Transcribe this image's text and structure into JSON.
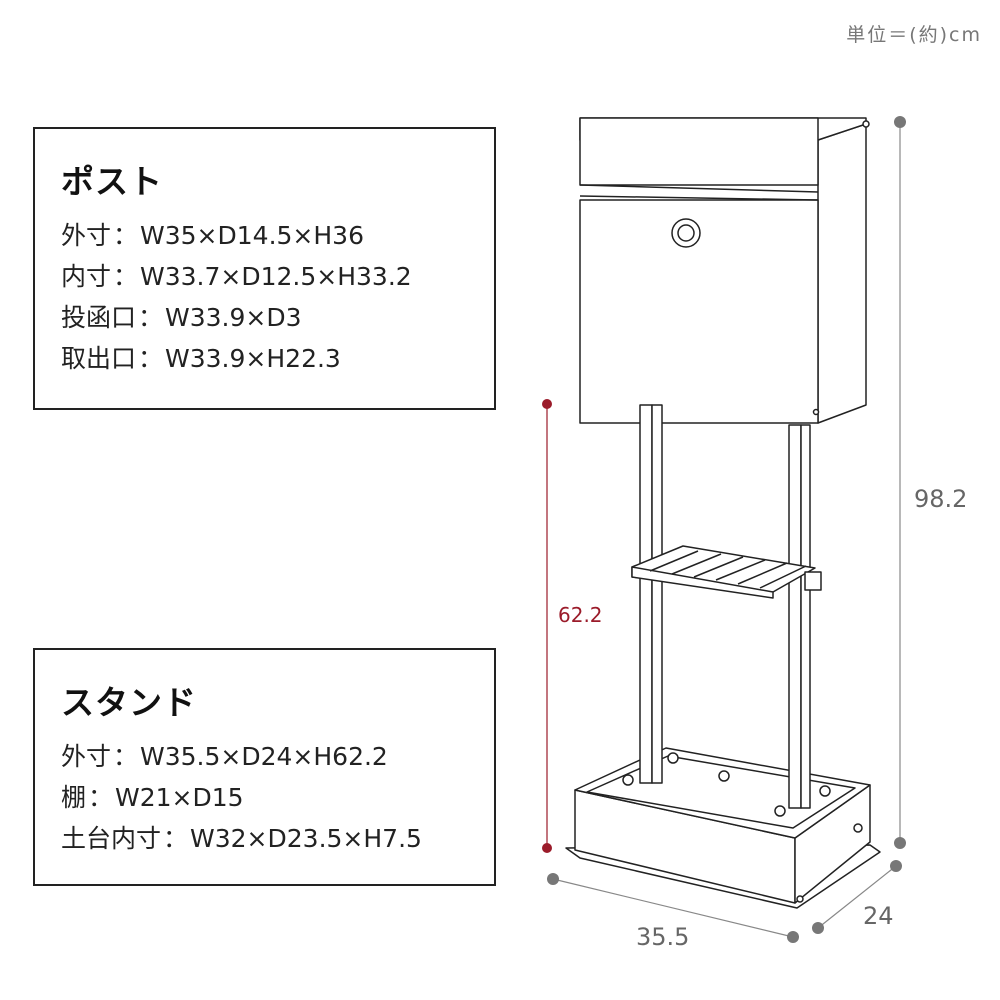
{
  "unit_note": "単位＝(約)cm",
  "post": {
    "title": "ポスト",
    "specs": [
      {
        "label": "外寸",
        "value": "W35×D14.5×H36"
      },
      {
        "label": "内寸",
        "value": "W33.7×D12.5×H33.2"
      },
      {
        "label": "投函口",
        "value": "W33.9×D3"
      },
      {
        "label": "取出口",
        "value": "W33.9×H22.3"
      }
    ]
  },
  "stand": {
    "title": "スタンド",
    "specs": [
      {
        "label": "外寸",
        "value": "W35.5×D24×H62.2"
      },
      {
        "label": "棚",
        "value": "W21×D15"
      },
      {
        "label": "土台内寸",
        "value": "W32×D23.5×H7.5"
      }
    ]
  },
  "dimensions": {
    "total_height": "98.2",
    "stand_height": "62.2",
    "width": "35.5",
    "depth": "24"
  },
  "colors": {
    "line": "#222222",
    "dim_gray": "#888888",
    "dim_red": "#9b1b2a"
  }
}
